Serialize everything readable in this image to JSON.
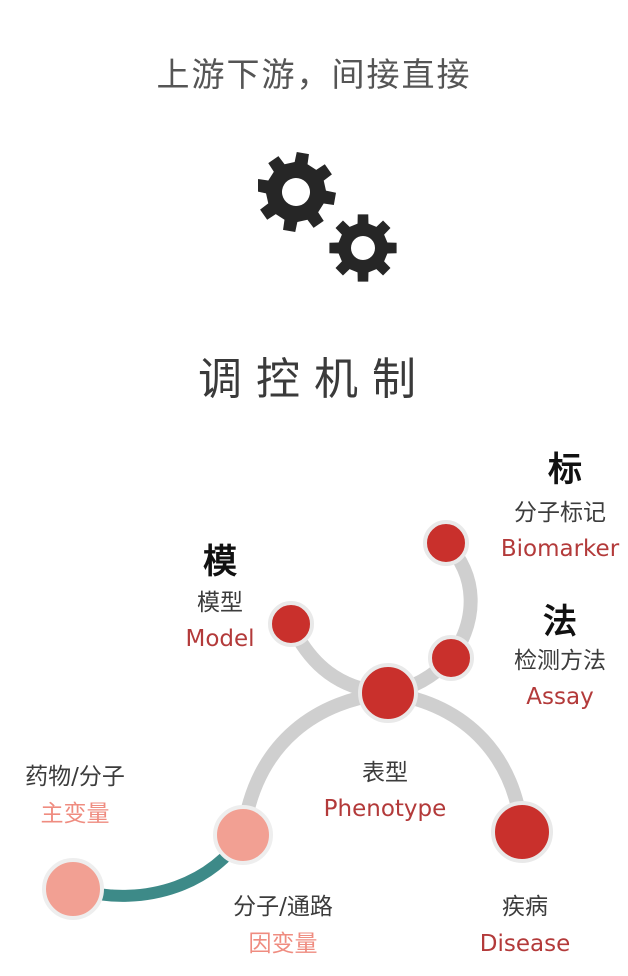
{
  "header": {
    "subtitle": "上游下游，间接直接",
    "title": "调控机制"
  },
  "icons": {
    "gears": "gears-icon"
  },
  "colors": {
    "red_node": "#c9302c",
    "pink_node": "#f2a093",
    "gray_link": "#cfcfcf",
    "teal_link": "#3d8a88"
  },
  "nodes": {
    "biomarker": {
      "icon": "标",
      "zh": "分子标记",
      "en": "Biomarker"
    },
    "model": {
      "icon": "模",
      "zh": "模型",
      "en": "Model"
    },
    "assay": {
      "icon": "法",
      "zh": "检测方法",
      "en": "Assay"
    },
    "phenotype": {
      "zh": "表型",
      "en": "Phenotype"
    },
    "drug": {
      "zh": "药物/分子",
      "en": "主变量"
    },
    "pathway": {
      "zh": "分子/通路",
      "en": "因变量"
    },
    "disease": {
      "zh": "疾病",
      "en": "Disease"
    }
  }
}
